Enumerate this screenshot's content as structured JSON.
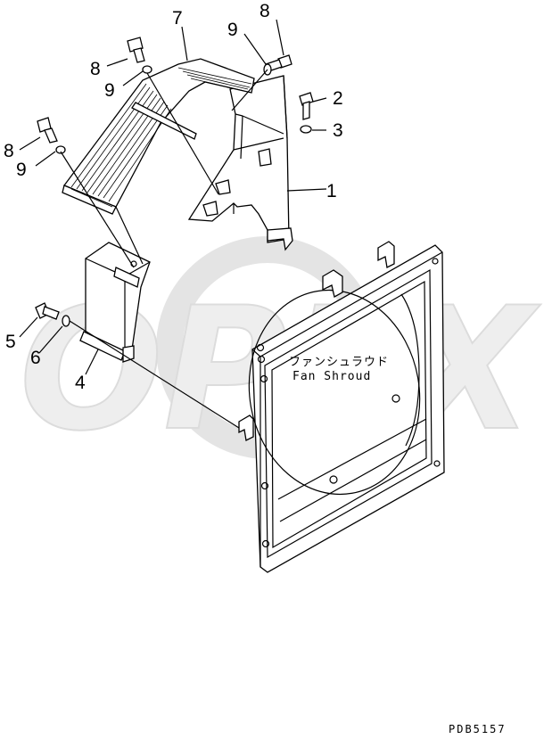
{
  "diagram": {
    "callouts": [
      {
        "id": "c1",
        "label": "1"
      },
      {
        "id": "c2",
        "label": "2"
      },
      {
        "id": "c3",
        "label": "3"
      },
      {
        "id": "c4",
        "label": "4"
      },
      {
        "id": "c5",
        "label": "5"
      },
      {
        "id": "c6",
        "label": "6"
      },
      {
        "id": "c7",
        "label": "7"
      },
      {
        "id": "c8a",
        "label": "8"
      },
      {
        "id": "c8b",
        "label": "8"
      },
      {
        "id": "c8c",
        "label": "8"
      },
      {
        "id": "c9a",
        "label": "9"
      },
      {
        "id": "c9b",
        "label": "9"
      },
      {
        "id": "c9c",
        "label": "9"
      }
    ],
    "shroud_label_jp": "ファンシュラウド",
    "shroud_label_en": "Fan Shroud",
    "drawing_code": "PDB5157",
    "watermark": "OPEX",
    "colors": {
      "line": "#000000",
      "watermark": "#e6e6e6",
      "background": "#ffffff"
    }
  }
}
